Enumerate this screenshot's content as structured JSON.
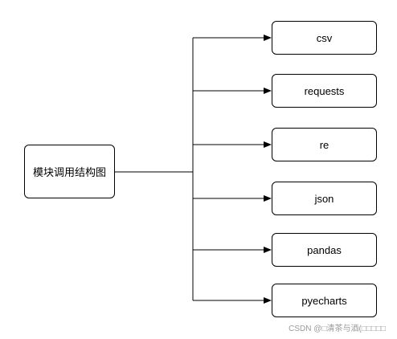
{
  "diagram": {
    "root": {
      "label": "模块调用结构图"
    },
    "children": [
      {
        "label": "csv"
      },
      {
        "label": "requests"
      },
      {
        "label": "re"
      },
      {
        "label": "json"
      },
      {
        "label": "pandas"
      },
      {
        "label": "pyecharts"
      }
    ],
    "colors": {
      "stroke": "#000000",
      "fill": "#ffffff",
      "watermark": "#9a9a9a"
    }
  },
  "watermark": "CSDN @□清茶与酒(□□□□□"
}
